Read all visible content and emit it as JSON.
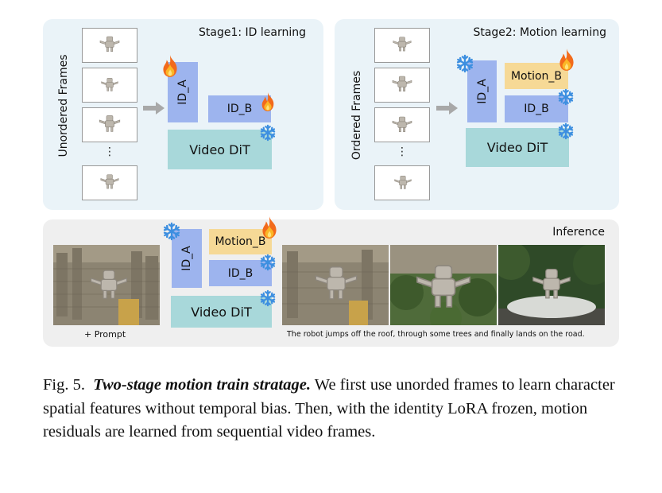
{
  "stage1": {
    "title": "Stage1: ID learning",
    "side_label": "Unordered Frames",
    "ellipsis": "⋮",
    "id_a": "ID_A",
    "id_b": "ID_B",
    "dit": "Video DiT"
  },
  "stage2": {
    "title": "Stage2: Motion learning",
    "side_label": "Ordered Frames",
    "ellipsis": "⋮",
    "id_a": "ID_A",
    "motion_b": "Motion_B",
    "id_b": "ID_B",
    "dit": "Video DiT"
  },
  "inference": {
    "title": "Inference",
    "id_a": "ID_A",
    "motion_b": "Motion_B",
    "id_b": "ID_B",
    "dit": "Video DiT",
    "prompt_label": "+ Prompt",
    "output_caption": "The robot jumps off the roof, through some trees and finally lands on the road."
  },
  "icons": {
    "fire": "fire-icon",
    "snowflake": "snowflake-icon"
  },
  "colors": {
    "panel_bg": "#eaf3f8",
    "inference_bg": "#efefef",
    "lora_blue": "#9db4ee",
    "dit_teal": "#a8d8da",
    "motion_yellow": "#f6d996",
    "snow": "#3d8fe0",
    "fire": "#f26a1b"
  },
  "caption": {
    "prefix": "Fig. 5.",
    "title": "Two-stage motion train stratage.",
    "body": "We first use unorded frames to learn character spatial features without temporal bias. Then, with the identity LoRA frozen, motion residuals are learned from sequential video frames."
  }
}
